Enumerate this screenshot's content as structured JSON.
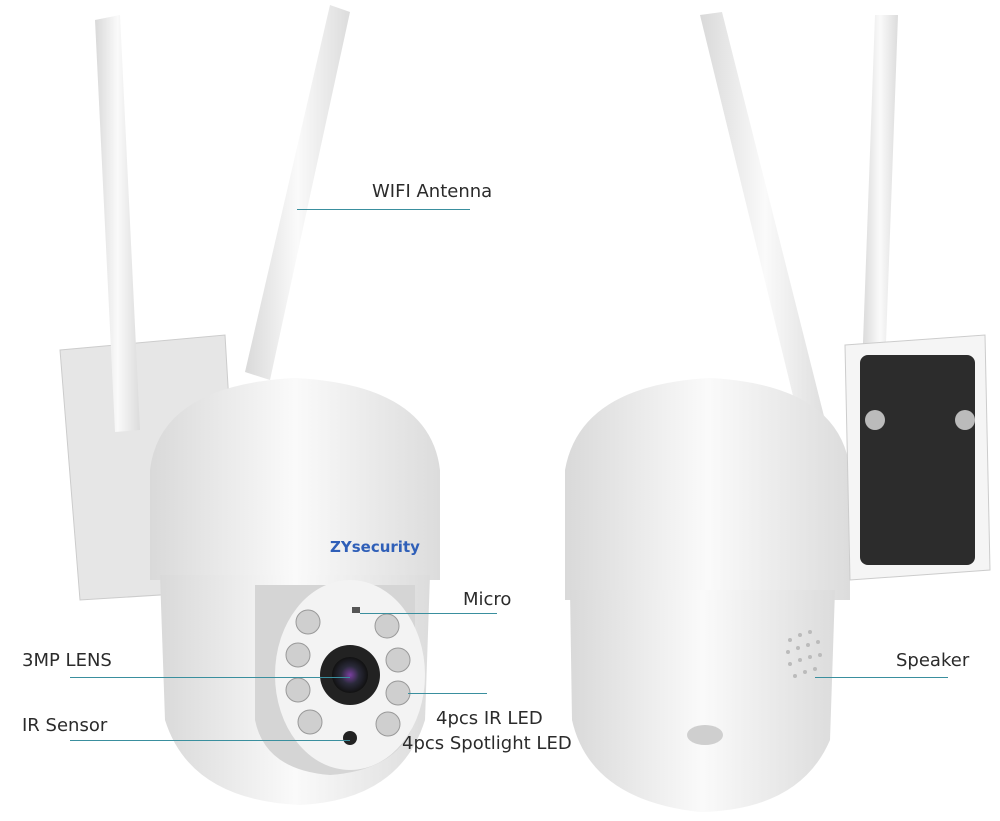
{
  "brand_logo": "ZYsecurity",
  "labels": {
    "wifi_antenna": "WIFI Antenna",
    "micro": "Micro",
    "lens": "3MP LENS",
    "ir_sensor": "IR Sensor",
    "ir_led": "4pcs IR LED",
    "spotlight_led": "4pcs Spotlight LED",
    "speaker": "Speaker"
  },
  "colors": {
    "leader_line": "#3a8f9e",
    "logo": "#2f5fb8",
    "camera_body": "#f2f2f2"
  }
}
